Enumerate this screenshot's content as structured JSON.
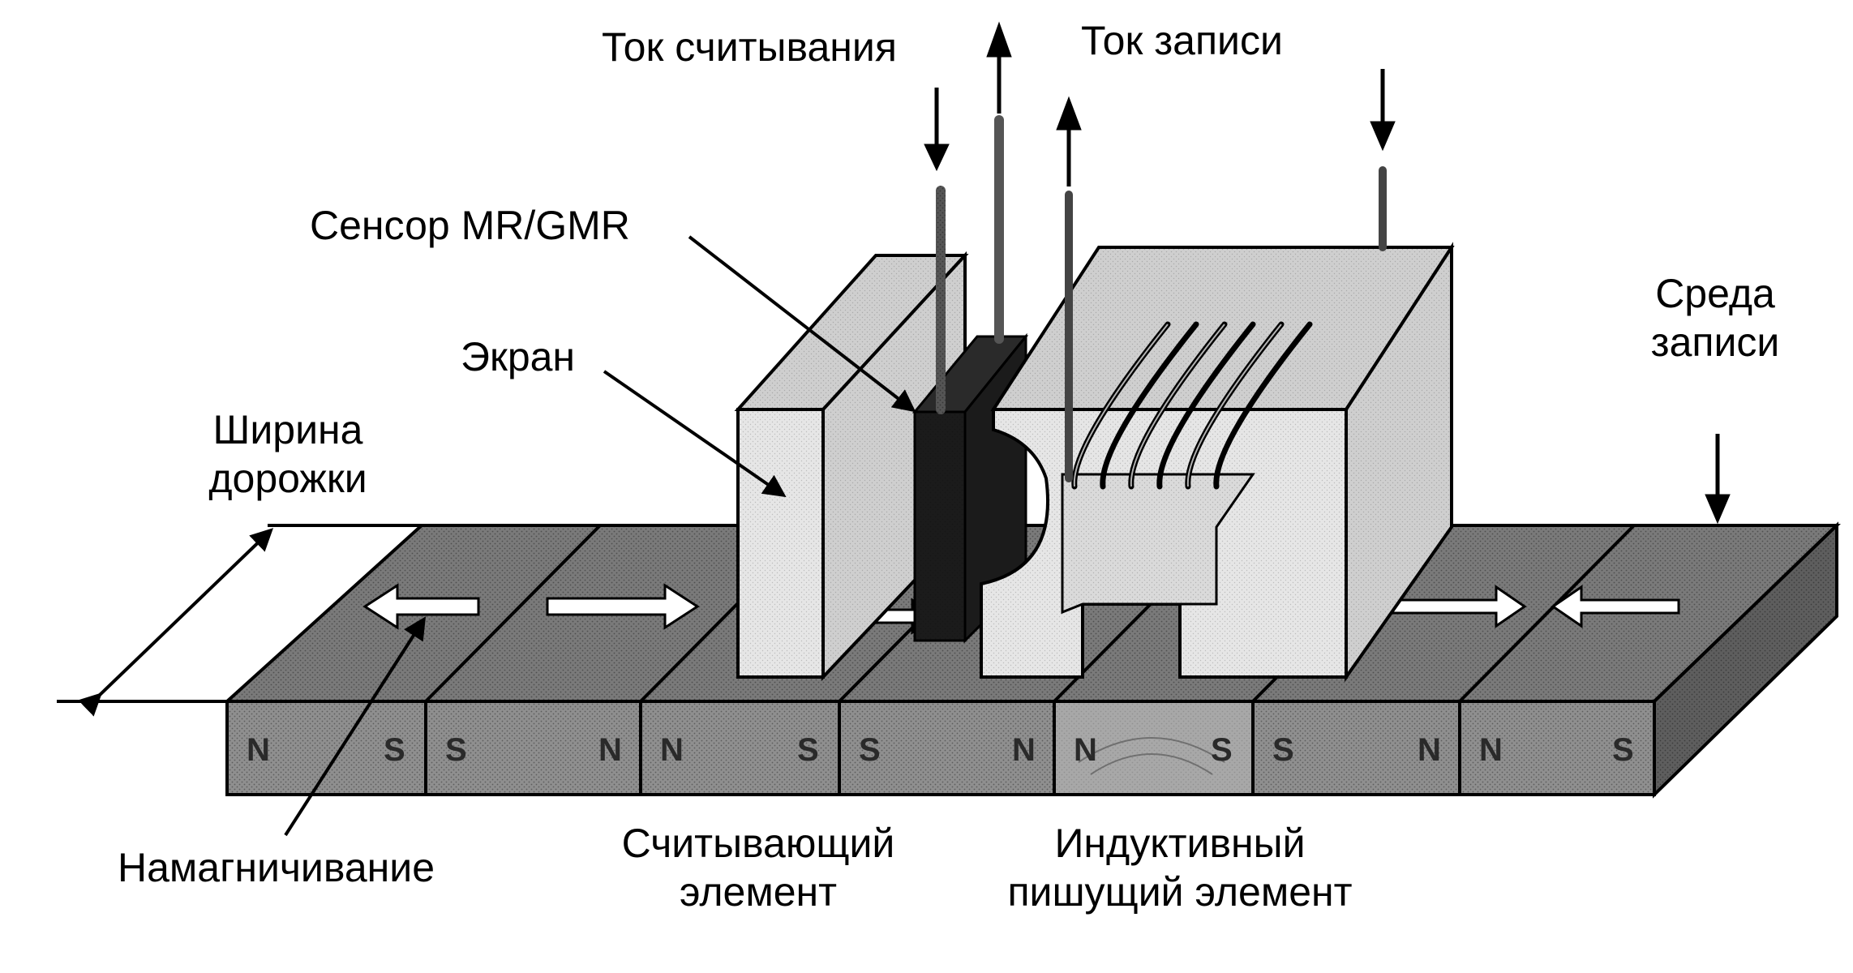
{
  "labels": {
    "read_current": "Ток считывания",
    "write_current": "Ток записи",
    "sensor": "Сенсор MR/GMR",
    "shield": "Экран",
    "track_width_line1": "Ширина",
    "track_width_line2": "дорожки",
    "medium_line1": "Среда",
    "medium_line2": "записи",
    "magnetization": "Намагничивание",
    "read_element_line1": "Считывающий",
    "read_element_line2": "элемент",
    "write_element_line1": "Индуктивный",
    "write_element_line2": "пишущий элемент"
  },
  "pole_labels": [
    "N",
    "S",
    "S",
    "N",
    "N",
    "S",
    "S",
    "N",
    "N",
    "S",
    "S",
    "N",
    "N",
    "S"
  ],
  "colors": {
    "medium_front": "#8f8f8f",
    "medium_top": "#7a7a7a",
    "medium_side": "#5e5e5e",
    "block_front": "#e6e6e6",
    "block_side": "#cfcfcf",
    "sensor": "#1b1b1b",
    "line": "#000000"
  }
}
